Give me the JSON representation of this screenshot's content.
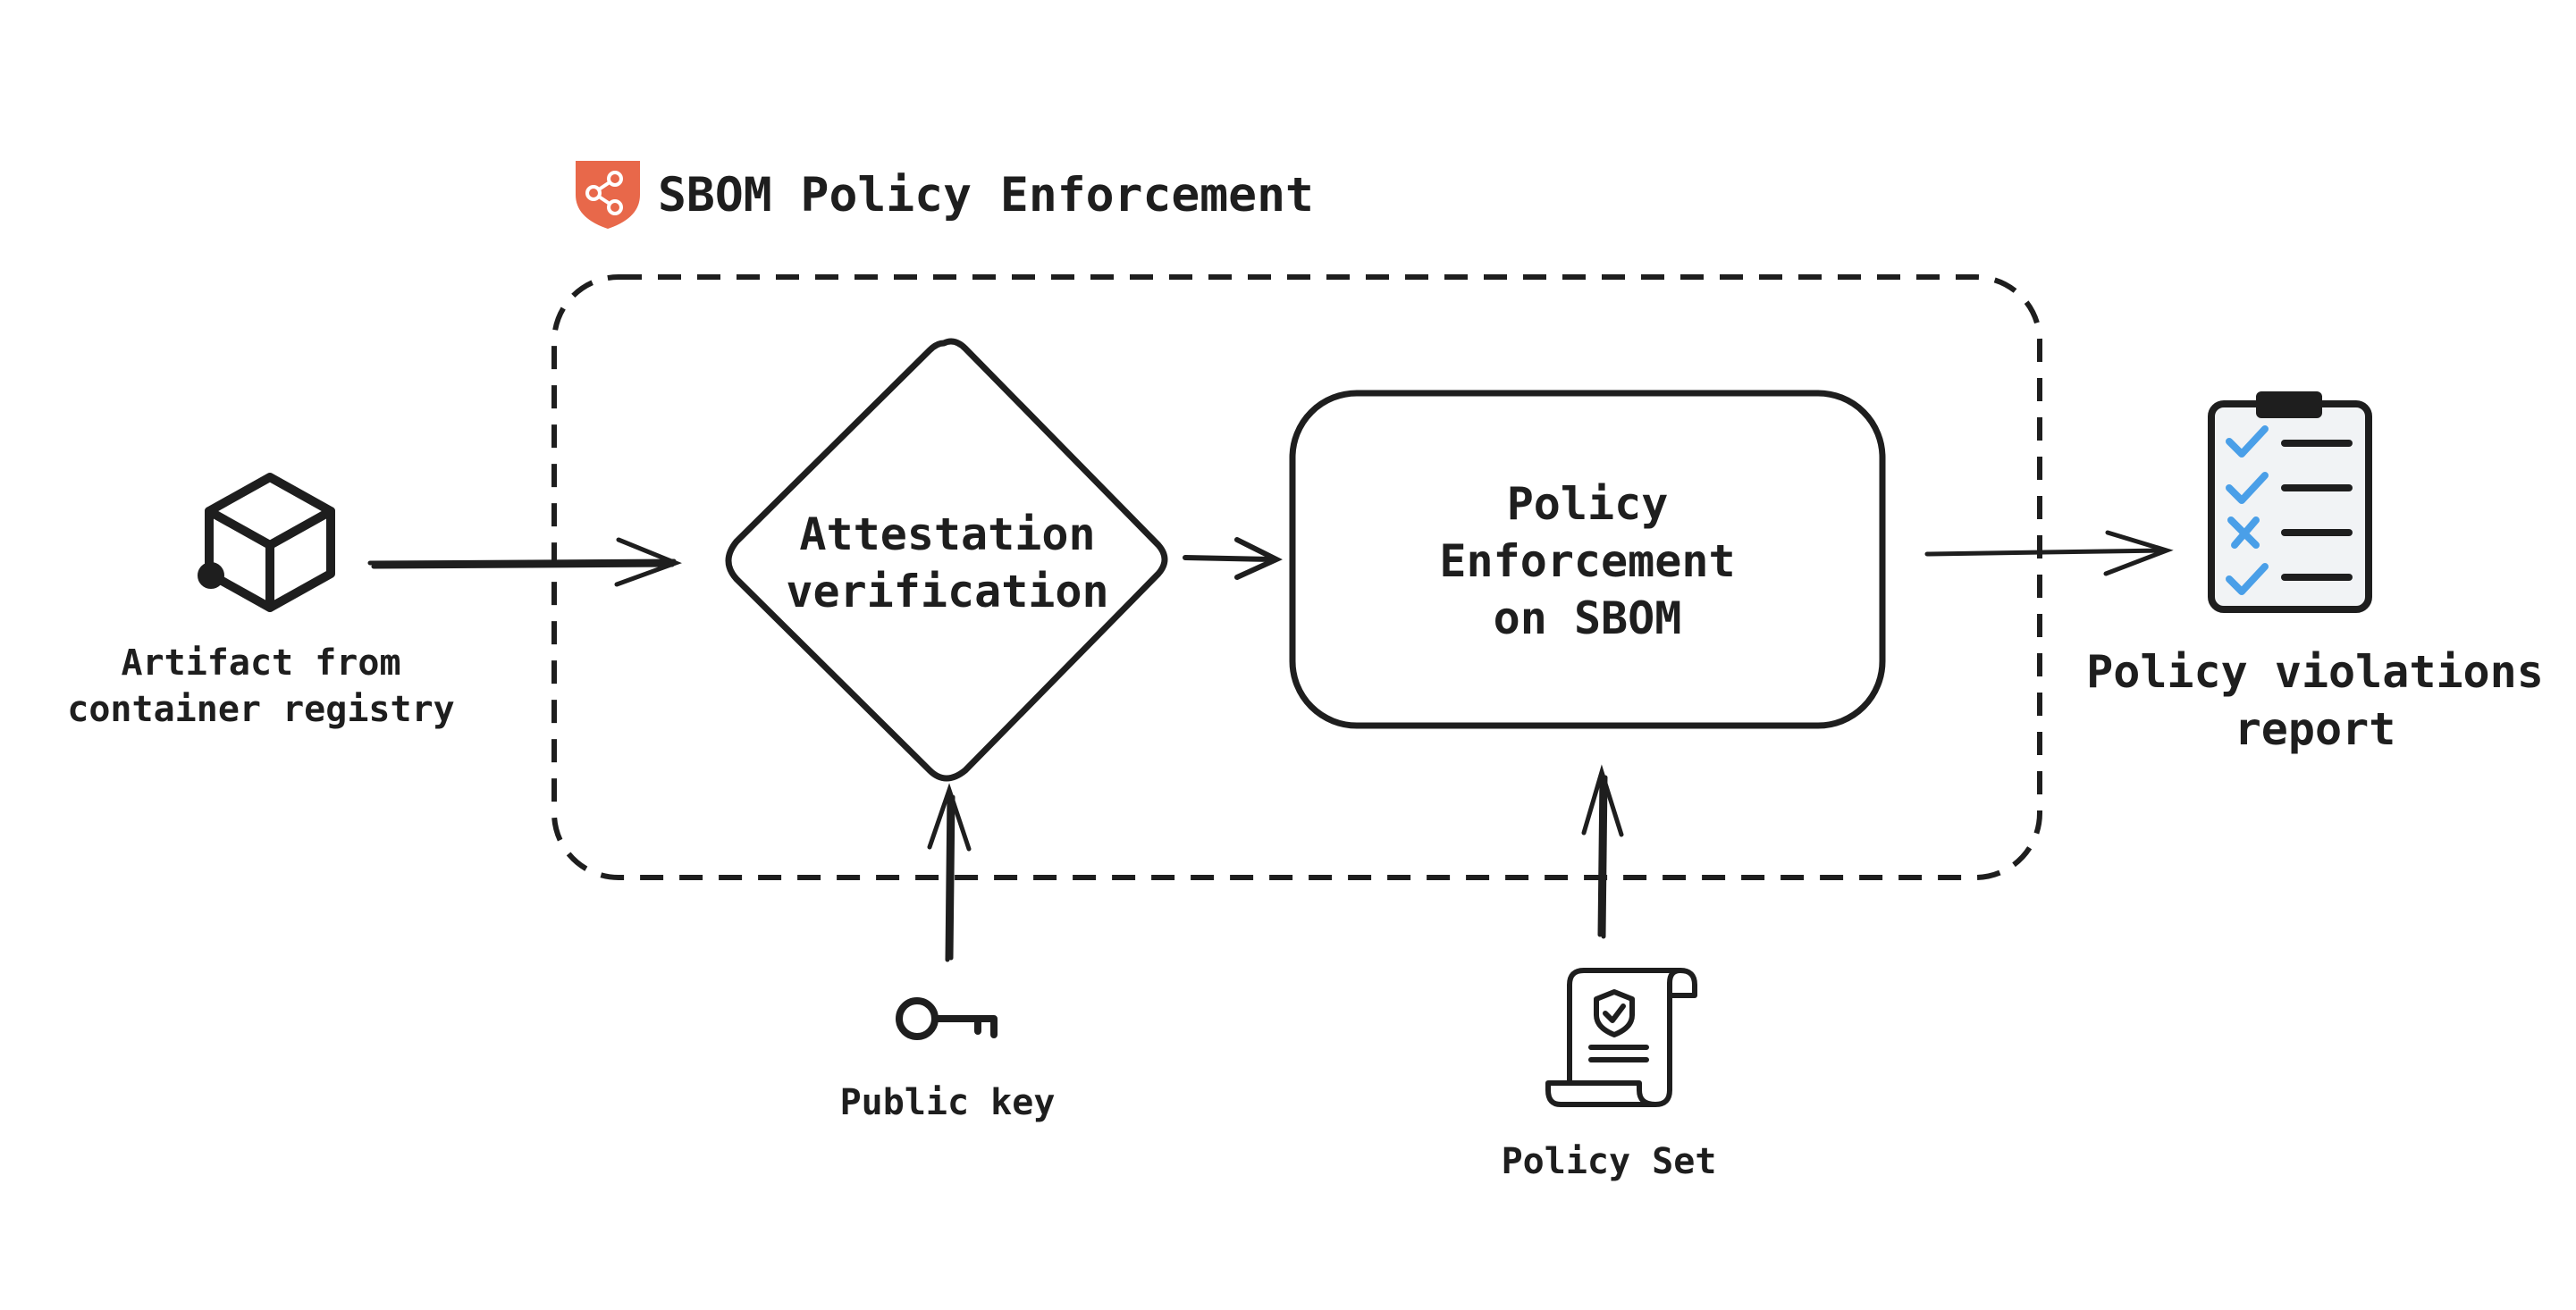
{
  "title": "SBOM Policy Enforcement",
  "nodes": {
    "artifact": "Artifact from\ncontainer registry",
    "attestation": "Attestation\nverification",
    "enforcement": "Policy\nEnforcement\non SBOM",
    "report": "Policy violations\nreport",
    "public_key": "Public key",
    "policy_set": "Policy Set"
  },
  "icons": {
    "logo": "shield-share-logo-icon",
    "artifact": "cube-icon",
    "report": "clipboard-checklist-icon",
    "public_key": "key-icon",
    "policy_set": "policy-scroll-icon"
  },
  "colors": {
    "stroke": "#1e1e1e",
    "logo": "#e8684a",
    "check": "#4a9fe8",
    "clipboard_fill": "#f1f3f5"
  }
}
